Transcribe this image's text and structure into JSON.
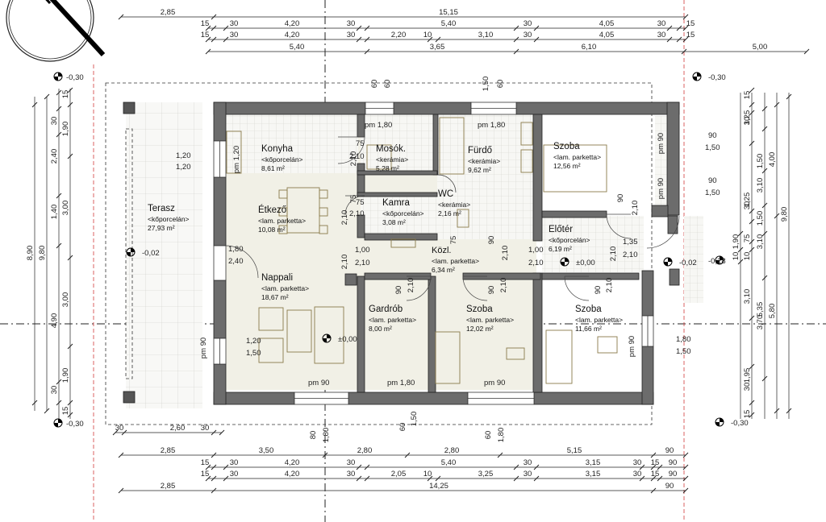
{
  "rooms": [
    {
      "id": "konyha",
      "name": "Konyha",
      "finish": "<kőporcelán>",
      "area": "8,61 m²"
    },
    {
      "id": "mosok",
      "name": "Mosók.",
      "finish": "<kerámia>",
      "area": "5,28 m²"
    },
    {
      "id": "furdo",
      "name": "Fürdő",
      "finish": "<kerámia>",
      "area": "9,62 m²"
    },
    {
      "id": "szoba1",
      "name": "Szoba",
      "finish": "<lam. parketta>",
      "area": "12,56 m²"
    },
    {
      "id": "terasz",
      "name": "Terasz",
      "finish": "<kőporcelán>",
      "area": "27,93 m²"
    },
    {
      "id": "etkezo",
      "name": "Étkező",
      "finish": "<lam. parketta>",
      "area": "10,08 m²"
    },
    {
      "id": "kamra",
      "name": "Kamra",
      "finish": "<kőporcelán>",
      "area": "3,08 m²"
    },
    {
      "id": "wc",
      "name": "WC",
      "finish": "<kerámia>",
      "area": "2,16 m²"
    },
    {
      "id": "eloter",
      "name": "Előtér",
      "finish": "<kőporcelán>",
      "area": "6,19 m²"
    },
    {
      "id": "kozl",
      "name": "Közl.",
      "finish": "<lam. parketta>",
      "area": "6,34 m²"
    },
    {
      "id": "nappali",
      "name": "Nappali",
      "finish": "<lam. parketta>",
      "area": "18,67 m²"
    },
    {
      "id": "gardrob",
      "name": "Gardrób",
      "finish": "<lam. parketta>",
      "area": "8,00 m²"
    },
    {
      "id": "szoba2",
      "name": "Szoba",
      "finish": "<lam. parketta>",
      "area": "12,02 m²"
    },
    {
      "id": "szoba3",
      "name": "Szoba",
      "finish": "<lam. parketta>",
      "area": "11,66 m²"
    }
  ],
  "levels": {
    "lv_tl": "-0,30",
    "lv_tr": "-0,30",
    "lv_bl": "-0,30",
    "lv_br": "-0,30",
    "lv_left": "-0,02",
    "lv_hall": "±0,00",
    "lv_entry": "-0,02",
    "lv_ext": "-0,28",
    "lv_living": "±0,00"
  },
  "top_dims": {
    "r1": [
      "2,85",
      "15,15"
    ],
    "r2": [
      "15",
      "30",
      "4,20",
      "30",
      "5,40",
      "30",
      "4,05",
      "30",
      "15"
    ],
    "r3": [
      "15",
      "30",
      "4,20",
      "30",
      "2,20",
      "10",
      "3,10",
      "30",
      "4,05",
      "30",
      "15"
    ],
    "r4": [
      "5,40",
      "3,65",
      "6,10",
      "5,00"
    ]
  },
  "bottom_dims": {
    "b1": [
      "30",
      "2,60",
      "30"
    ],
    "b2": [
      "2,85",
      "3,50",
      "2,80",
      "2,80",
      "5,15",
      "90"
    ],
    "b3": [
      "15",
      "30",
      "4,20",
      "30",
      "5,40",
      "30",
      "3,15",
      "30",
      "15",
      "90"
    ],
    "b4": [
      "15",
      "30",
      "4,20",
      "30",
      "2,05",
      "10",
      "3,25",
      "30",
      "3,15",
      "30",
      "15",
      "90"
    ],
    "b5": [
      "2,85",
      "14,25",
      "90"
    ]
  },
  "left_dims": {
    "c1": [
      "8,90"
    ],
    "c2": [
      "9,80"
    ],
    "c3": [
      "30",
      "2,40",
      "1,40",
      "4,90",
      "30"
    ],
    "c4": [
      "15",
      "1,90",
      "3,00",
      "3,00",
      "1,90",
      "15"
    ]
  },
  "right_dims": {
    "d1": [
      "9,80"
    ],
    "d2": [
      "4,00",
      "5,80"
    ],
    "d3": [
      "1,50",
      "3,10",
      "1,50",
      "3,10",
      "3,70",
      "5,35"
    ],
    "d4": [
      "15",
      "30",
      "1,25",
      "30",
      "1,25",
      "75",
      "10",
      "3,10",
      "1,95",
      "30",
      "15"
    ],
    "d5": [
      "1,90",
      "10"
    ]
  },
  "openings": [
    {
      "id": "w_konyha",
      "top": "1,20",
      "bot": "1,20",
      "side": "pm 1,20"
    },
    {
      "id": "w_mosok",
      "top": "pm 1,80"
    },
    {
      "id": "w_furdo",
      "top": "pm 1,80"
    },
    {
      "id": "w_szoba_top",
      "top": "90",
      "bot": "1,50",
      "side": "pm 90"
    },
    {
      "id": "w_szoba_top2",
      "top": "90",
      "bot": "1,50",
      "side": "pm 90"
    },
    {
      "id": "d_terasz",
      "top": "1,80",
      "bot": "2,40"
    },
    {
      "id": "w_nappali",
      "top": "1,20",
      "bot": "1,50",
      "side": "pm 90"
    },
    {
      "id": "w_szoba3",
      "top": "1,80",
      "bot": "1,50",
      "side": "pm 90"
    },
    {
      "id": "w_bottom_n",
      "top": "pm 90"
    },
    {
      "id": "w_bottom_g",
      "top": "pm 1,80"
    },
    {
      "id": "w_bottom_s",
      "top": "pm 90"
    },
    {
      "id": "w_stor1",
      "top": "75",
      "bot": "2,10"
    },
    {
      "id": "w_stor2",
      "top": "75",
      "bot": "2,10"
    },
    {
      "id": "d_hall",
      "top": "1,00",
      "bot": "2,10"
    },
    {
      "id": "d_hall2",
      "top": "1,00",
      "bot": "2,10"
    },
    {
      "id": "d_entry",
      "top": "1,35",
      "bot": "2,10"
    }
  ],
  "door_heights": [
    "2,10",
    "2,10",
    "2,10",
    "2,10",
    "2,10",
    "2,10",
    "2,10",
    "2,10",
    "2,10"
  ],
  "door_widths": [
    "75",
    "90",
    "90",
    "90",
    "90",
    "90",
    "75",
    "90",
    "1,00"
  ],
  "vert_marks": [
    "60",
    "60",
    "1,50",
    "60",
    "1,50",
    "60",
    "80",
    "1,80",
    "60",
    "1,80",
    "1,50",
    "1,80",
    "1,50"
  ]
}
